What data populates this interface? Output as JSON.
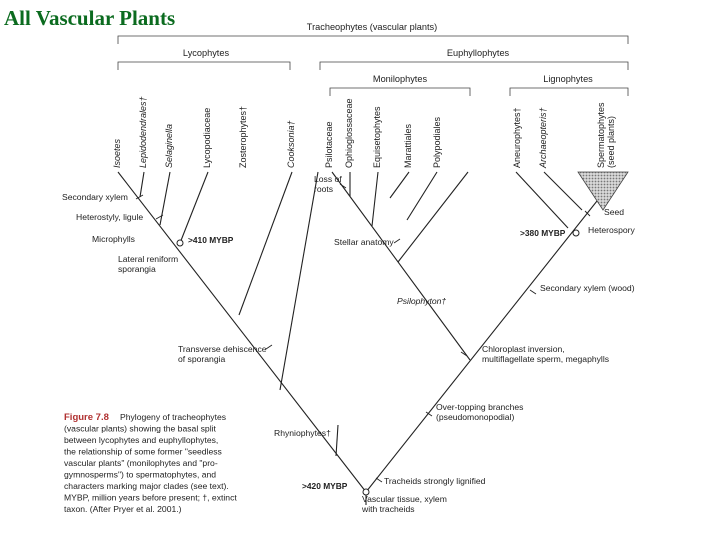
{
  "slide": {
    "title": "All Vascular Plants"
  },
  "groups": {
    "tracheophytes": "Tracheophytes (vascular plants)",
    "lycophytes": "Lycophytes",
    "euphyllophytes": "Euphyllophytes",
    "monilophytes": "Monilophytes",
    "lignophytes": "Lignophytes"
  },
  "taxa": [
    {
      "name": "Isoetes",
      "italic": true
    },
    {
      "name": "Lepidodendrales†",
      "italic": true
    },
    {
      "name": "Selaginella",
      "italic": true
    },
    {
      "name": "Lycopodiaceae",
      "italic": false
    },
    {
      "name": "Zosterophytes†",
      "italic": false
    },
    {
      "name": "Cooksonia†",
      "italic": true
    },
    {
      "name": "Psilotaceae",
      "italic": false
    },
    {
      "name": "Ophioglossaceae",
      "italic": false
    },
    {
      "name": "Equisetophytes",
      "italic": false
    },
    {
      "name": "Marattiales",
      "italic": false
    },
    {
      "name": "Polypodiales",
      "italic": false
    },
    {
      "name": "Aneurophytes†",
      "italic": false
    },
    {
      "name": "Archaeopteris†",
      "italic": true
    },
    {
      "name": "Spermatophytes\n(seed plants)",
      "italic": false
    }
  ],
  "characters": {
    "secondary_xylem": "Secondary xylem",
    "heterostyly": "Heterostyly, ligule",
    "microphylls": "Microphylls",
    "lateral_sporangia": "Lateral reniform\nsporangia",
    "loss_of_roots": "Loss of\nroots",
    "stellar_anatomy": "Stellar anatomy",
    "seed": "Seed",
    "heterospory": "Heterospory",
    "secondary_xylem_wood": "Secondary xylem (wood)",
    "psilophyton": "Psilophyton†",
    "transverse_dehiscence": "Transverse dehiscence\nof sporangia",
    "chloroplast_inversion": "Chloroplast inversion,\nmultiflagellate sperm, megaphylls",
    "over_topping": "Over-topping branches\n(pseudomonopodial)",
    "rhyniophytes": "Rhyniophytes†",
    "tracheids_lignified": "Tracheids strongly lignified",
    "vascular_tissue": "Vascular tissue, xylem\nwith tracheids"
  },
  "mybp": {
    "n410": ">410 MYBP",
    "n380": ">380 MYBP",
    "n420": ">420 MYBP"
  },
  "caption": {
    "label": "Figure 7.8",
    "lines": [
      "Phylogeny of tracheophytes",
      "(vascular plants) showing the basal split",
      "between lycophytes and euphyllophytes,",
      "the relationship of some former \"seedless",
      "vascular plants\" (monilophytes and \"pro-",
      "gymnosperms\") to spermatophytes, and",
      "characters marking major clades (see text).",
      "MYBP, million years before present; †, extinct",
      "taxon. (After Pryer et al. 2001.)"
    ]
  },
  "colors": {
    "title": "#0b6b1f",
    "figure_label": "#b03030",
    "seed_triangle": "#9a9a9a"
  }
}
